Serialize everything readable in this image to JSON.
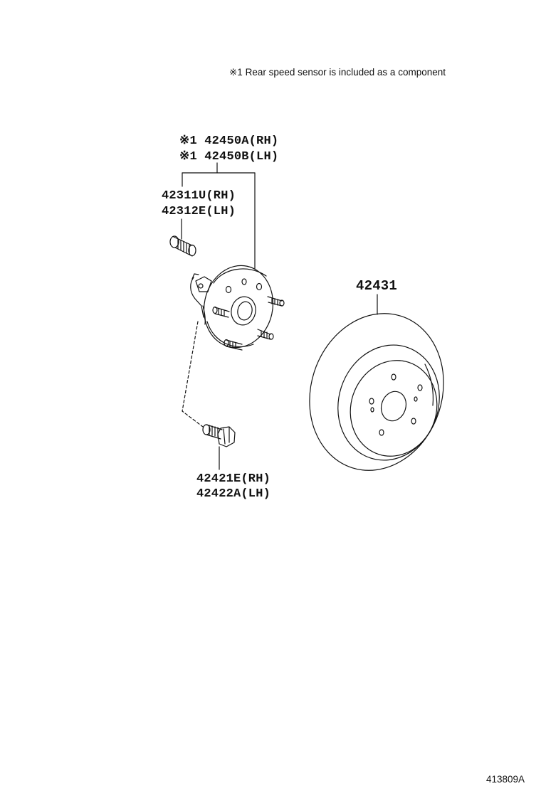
{
  "note": {
    "text": "※1 Rear speed sensor is included as a component"
  },
  "parts": {
    "hub_assembly_rh": "※1 42450A(RH)",
    "hub_assembly_lh": "※1 42450B(LH)",
    "hub_bolt_rh": "42311U(RH)",
    "hub_bolt_lh": "42312E(LH)",
    "disc": "42431",
    "mount_bolt_rh": "42421E(RH)",
    "mount_bolt_lh": "42422A(LH)"
  },
  "diagram_id": "413809A"
}
